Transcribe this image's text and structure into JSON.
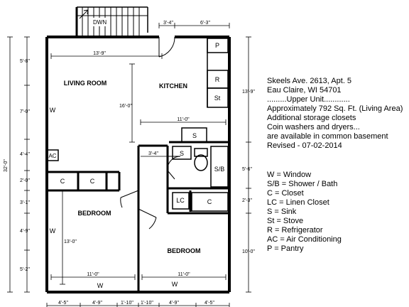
{
  "rooms": {
    "living_room": "LIVING ROOM",
    "kitchen": "KITCHEN",
    "bedroom_left": "BEDROOM",
    "bedroom_right": "BEDROOM"
  },
  "fixtures": {
    "down": "DWN",
    "pantry": "P",
    "refrigerator": "R",
    "stove": "St",
    "sink_top": "S",
    "sink_bath": "S",
    "shower_bath": "S/B",
    "linen_closet": "LC",
    "closet_a": "C",
    "closet_b": "C",
    "closet_c": "C",
    "air_conditioning": "AC"
  },
  "windows": {
    "w1": "W",
    "w2": "W",
    "w3": "W",
    "w4": "W"
  },
  "dimensions": {
    "top_3_4": "3'-4\"",
    "top_6_3": "6'-3\"",
    "lr_width": "13'-9\"",
    "kitchen_len": "16'-0\"",
    "kitchen_width": "11'-0\"",
    "hall_3_4": "3'-4\"",
    "bed_left_13": "13'-0\"",
    "bed_left_width": "11'-0\"",
    "bed_right_width": "11'-0\"",
    "left_total": "32'-0\"",
    "left_5_8": "5'-8\"",
    "left_7_0": "7'-0\"",
    "left_4_4": "4'-4\"",
    "left_2_0": "2'-0\"",
    "left_3_1": "3'-1\"",
    "left_4_9": "4'-9\"",
    "left_5_2": "5'-2\"",
    "right_13_9": "13'-9\"",
    "right_5_6": "5'-6\"",
    "right_2_3": "2'-3\"",
    "right_10_0": "10'-0\"",
    "bot_4_5a": "4'-5\"",
    "bot_4_9a": "4'-9\"",
    "bot_1_10a": "1'-10\"",
    "bot_1_10b": "1'-10\"",
    "bot_4_9b": "4'-9\"",
    "bot_4_5b": "4'-5\""
  },
  "info": {
    "line1": "Skeels Ave. 2613, Apt. 5",
    "line2": "Eau Claire, WI 54701",
    "line3": ".........Upper Unit............",
    "line4": "Approximately 792 Sq. Ft. (Living Area)",
    "line5": "Additional storage closets",
    "line6": "Coin washers and dryers...",
    "line7": "are available in common basement",
    "line8": "Revised - 07-02-2014"
  },
  "legend": {
    "l1": "W = Window",
    "l2": "S/B = Shower / Bath",
    "l3": "C = Closet",
    "l4": "LC = Linen Closet",
    "l5": "S = Sink",
    "l6": "St = Stove",
    "l7": "R = Refrigerator",
    "l8": "AC = Air Conditioning",
    "l9": "P = Pantry"
  }
}
